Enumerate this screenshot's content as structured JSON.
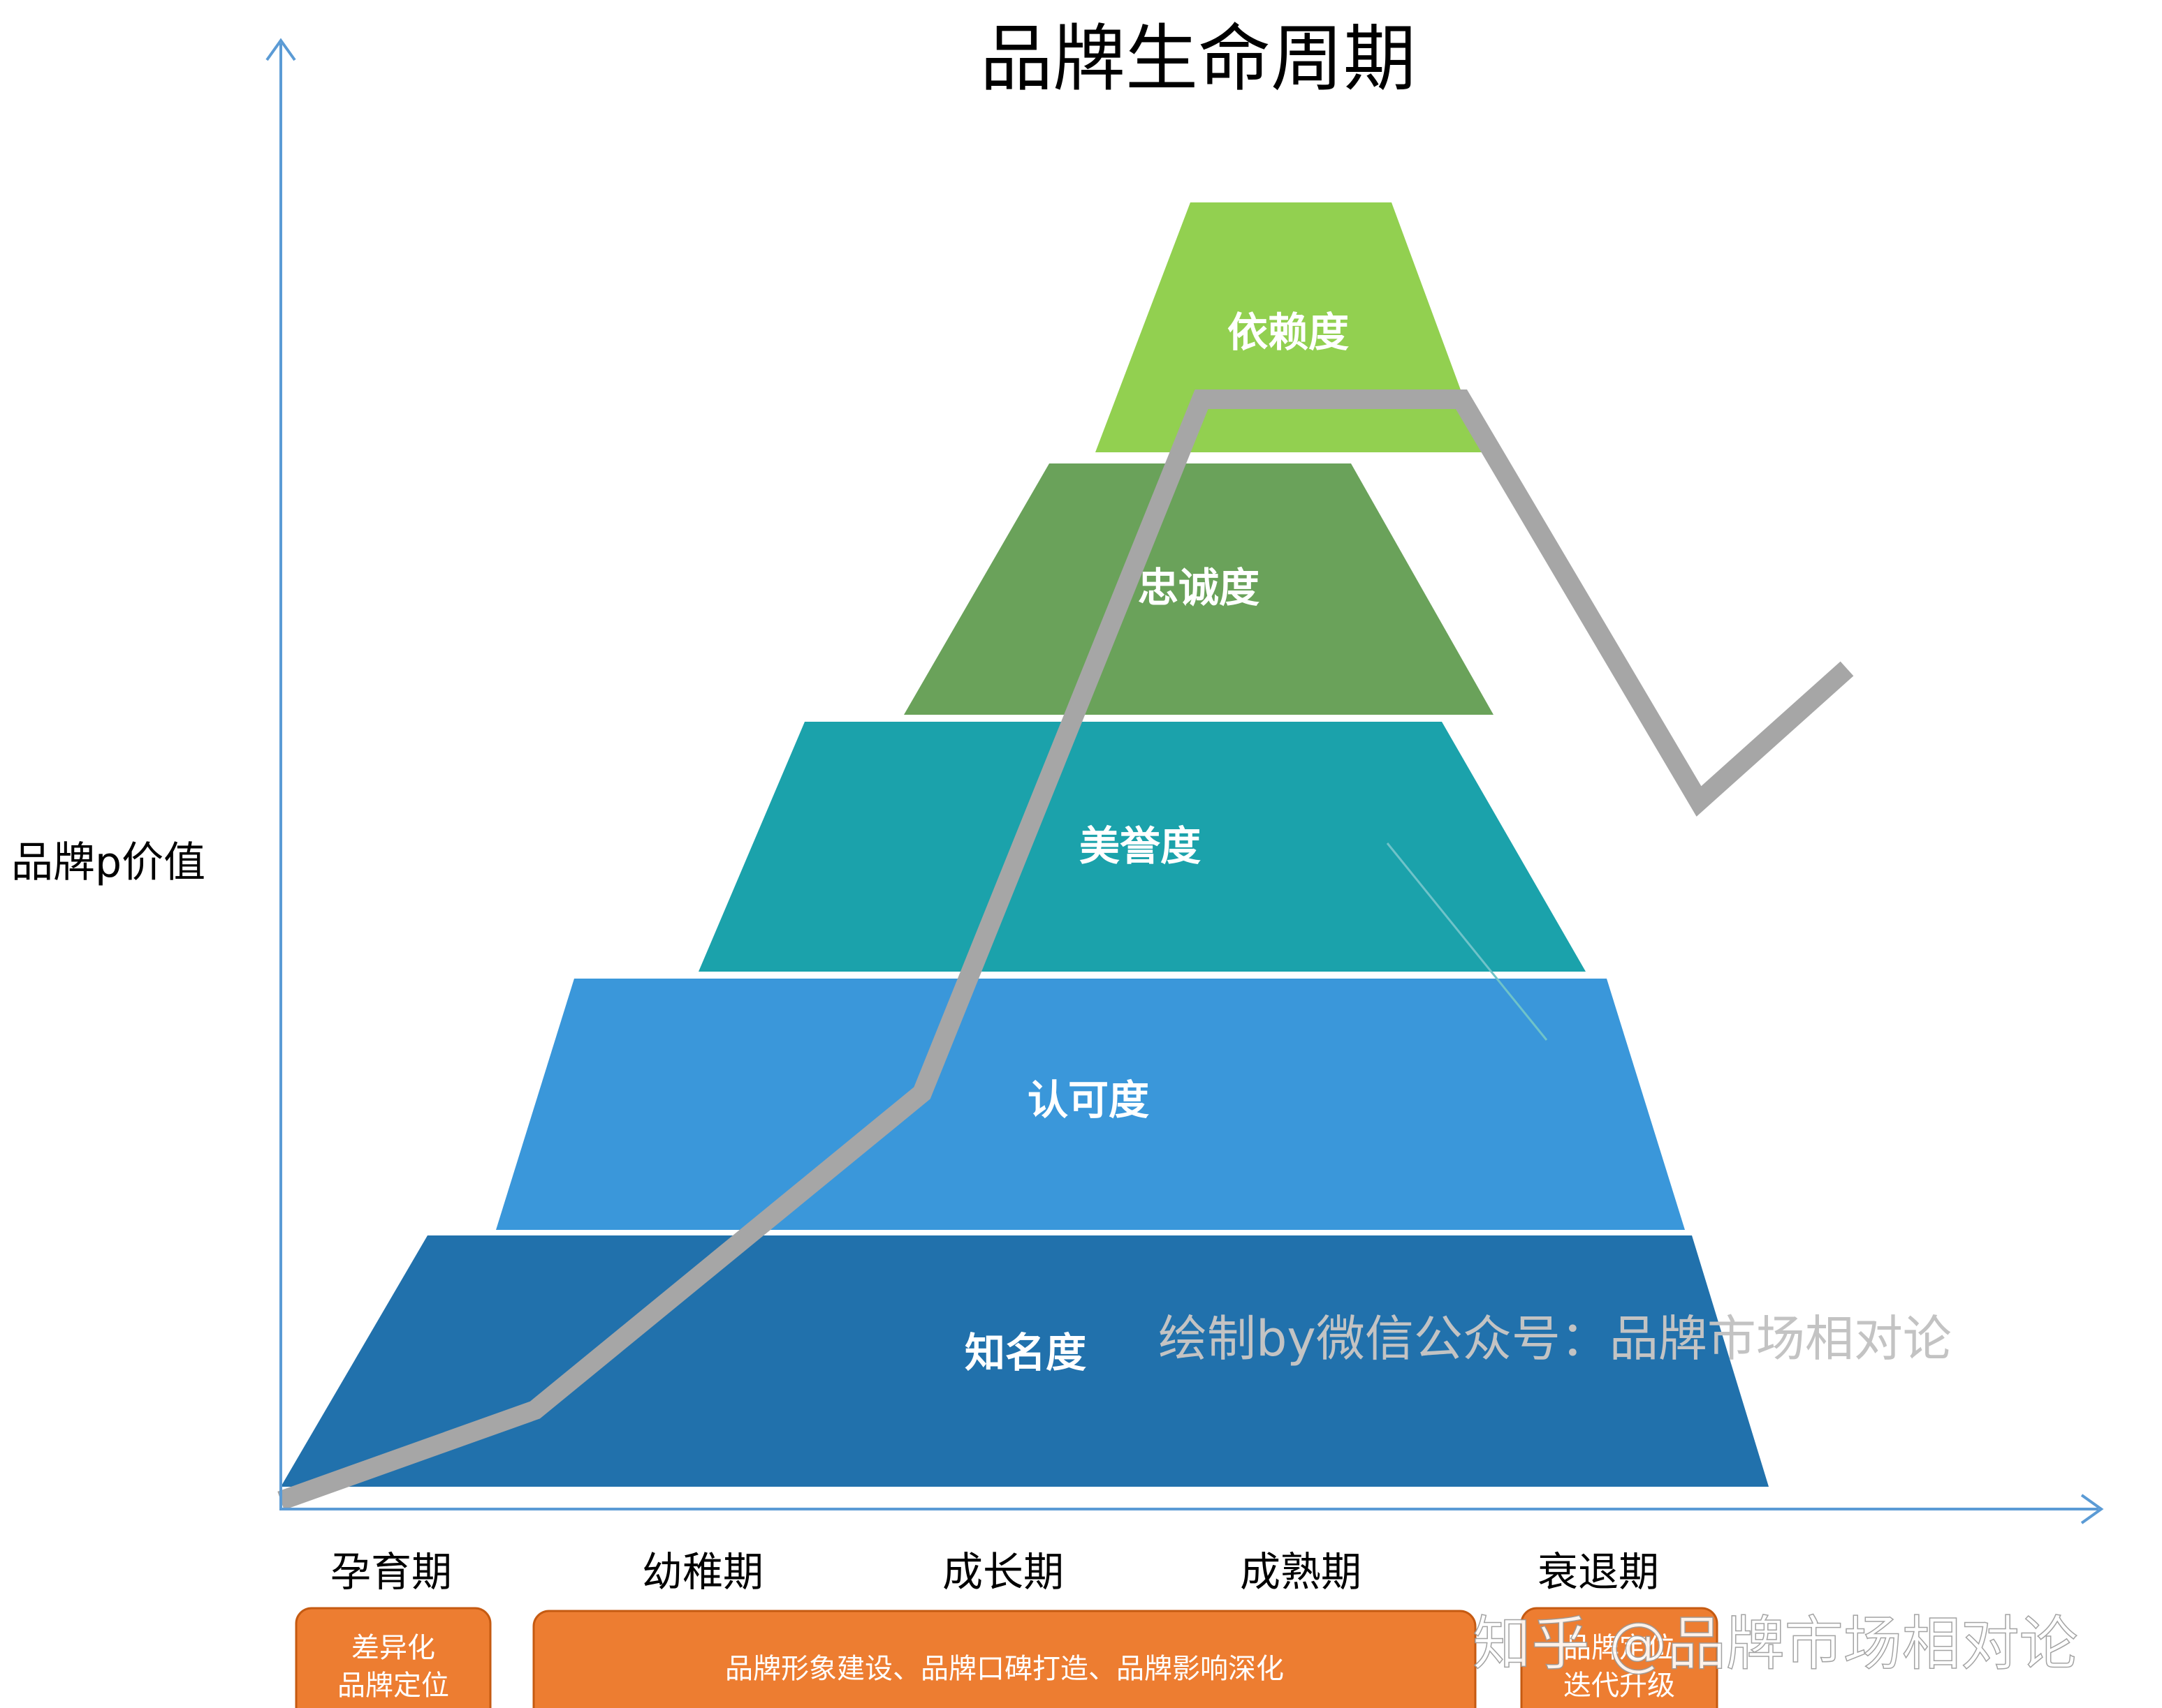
{
  "title": "品牌生命周期",
  "y_axis_label": "品牌p价值",
  "colors": {
    "axis": "#5b9bd5",
    "curve": "#a6a6a6",
    "box": "#ed7d31",
    "box_border": "#c55a11"
  },
  "tiers": [
    {
      "label": "知名度",
      "color": "#2171ac"
    },
    {
      "label": "认可度",
      "color": "#3a97da"
    },
    {
      "label": "美誉度",
      "color": "#1ba2ab"
    },
    {
      "label": "忠诚度",
      "color": "#6aa25a"
    },
    {
      "label": "依赖度",
      "color": "#92d050"
    }
  ],
  "stages": [
    "孕育期",
    "幼稚期",
    "成长期",
    "成熟期",
    "衰退期"
  ],
  "boxes": [
    {
      "lines": [
        "差异化",
        "品牌定位"
      ]
    },
    {
      "lines": [
        "品牌形象建设、品牌口碑打造、品牌影响深化"
      ]
    },
    {
      "lines": [
        "品牌定位",
        "迭代升级"
      ]
    }
  ],
  "watermarks": {
    "author": "绘制by微信公众号：品牌市场相对论",
    "platform": "知乎 @品牌市场相对论"
  }
}
